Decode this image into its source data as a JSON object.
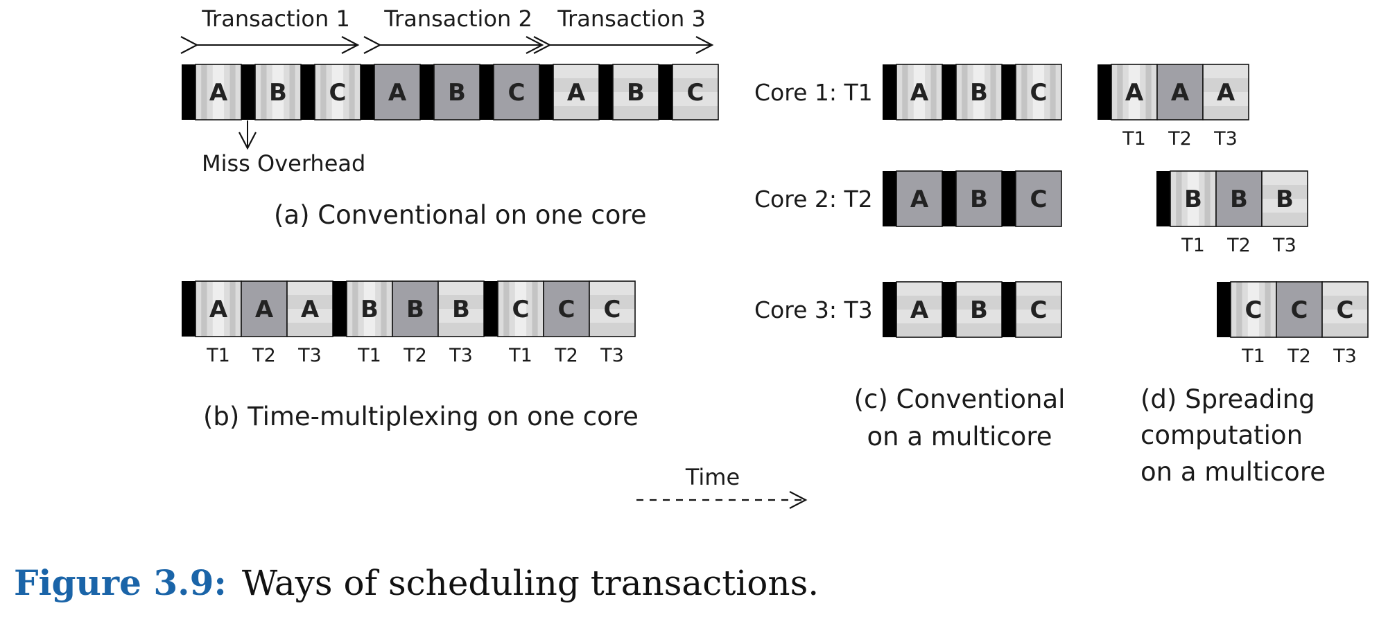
{
  "colors": {
    "miss_bar": "#000000",
    "light_block": "#dcdcdc",
    "light_stripe_a": "#c4c4c4",
    "light_stripe_b": "#eeeeee",
    "dark_block": "#a0a0a6",
    "block_border": "#111111",
    "caption_label": "#1a64a8"
  },
  "panel_a": {
    "transactions": [
      "Transaction 1",
      "Transaction 2",
      "Transaction 3"
    ],
    "blocks": [
      {
        "letter": "A",
        "style": "stripe",
        "miss": true
      },
      {
        "letter": "B",
        "style": "stripe",
        "miss": true
      },
      {
        "letter": "C",
        "style": "stripe",
        "miss": true
      },
      {
        "letter": "A",
        "style": "dark",
        "miss": true
      },
      {
        "letter": "B",
        "style": "dark",
        "miss": true
      },
      {
        "letter": "C",
        "style": "dark",
        "miss": true
      },
      {
        "letter": "A",
        "style": "light",
        "miss": true
      },
      {
        "letter": "B",
        "style": "light",
        "miss": true
      },
      {
        "letter": "C",
        "style": "light",
        "miss": true
      }
    ],
    "miss_overhead_label": "Miss Overhead",
    "title": "(a) Conventional on one core"
  },
  "panel_b": {
    "blocks": [
      {
        "letter": "A",
        "style": "stripe",
        "miss": true,
        "label": "T1"
      },
      {
        "letter": "A",
        "style": "dark",
        "miss": false,
        "label": "T2"
      },
      {
        "letter": "A",
        "style": "light",
        "miss": false,
        "label": "T3"
      },
      {
        "letter": "B",
        "style": "stripe",
        "miss": true,
        "label": "T1"
      },
      {
        "letter": "B",
        "style": "dark",
        "miss": false,
        "label": "T2"
      },
      {
        "letter": "B",
        "style": "light",
        "miss": false,
        "label": "T3"
      },
      {
        "letter": "C",
        "style": "stripe",
        "miss": true,
        "label": "T1"
      },
      {
        "letter": "C",
        "style": "dark",
        "miss": false,
        "label": "T2"
      },
      {
        "letter": "C",
        "style": "light",
        "miss": false,
        "label": "T3"
      }
    ],
    "title": "(b) Time-multiplexing on one core"
  },
  "panel_c": {
    "rows": [
      {
        "label": "Core 1: T1",
        "style": "stripe",
        "letters": [
          "A",
          "B",
          "C"
        ]
      },
      {
        "label": "Core 2: T2",
        "style": "dark",
        "letters": [
          "A",
          "B",
          "C"
        ]
      },
      {
        "label": "Core 3: T3",
        "style": "light",
        "letters": [
          "A",
          "B",
          "C"
        ]
      }
    ],
    "title_lines": [
      "(c) Conventional",
      "on a multicore"
    ]
  },
  "panel_d": {
    "groups": [
      {
        "blocks": [
          {
            "letter": "A",
            "style": "stripe",
            "miss": true,
            "label": "T1"
          },
          {
            "letter": "A",
            "style": "dark",
            "miss": false,
            "label": "T2"
          },
          {
            "letter": "A",
            "style": "light",
            "miss": false,
            "label": "T3"
          }
        ]
      },
      {
        "blocks": [
          {
            "letter": "B",
            "style": "stripe",
            "miss": true,
            "label": "T1"
          },
          {
            "letter": "B",
            "style": "dark",
            "miss": false,
            "label": "T2"
          },
          {
            "letter": "B",
            "style": "light",
            "miss": false,
            "label": "T3"
          }
        ]
      },
      {
        "blocks": [
          {
            "letter": "C",
            "style": "stripe",
            "miss": true,
            "label": "T1"
          },
          {
            "letter": "C",
            "style": "dark",
            "miss": false,
            "label": "T2"
          },
          {
            "letter": "C",
            "style": "light",
            "miss": false,
            "label": "T3"
          }
        ]
      }
    ],
    "title_lines": [
      "(d) Spreading",
      "computation",
      "on a multicore"
    ]
  },
  "time_label": "Time",
  "caption": {
    "label": "Figure 3.9:",
    "text": "Ways of scheduling transactions."
  }
}
